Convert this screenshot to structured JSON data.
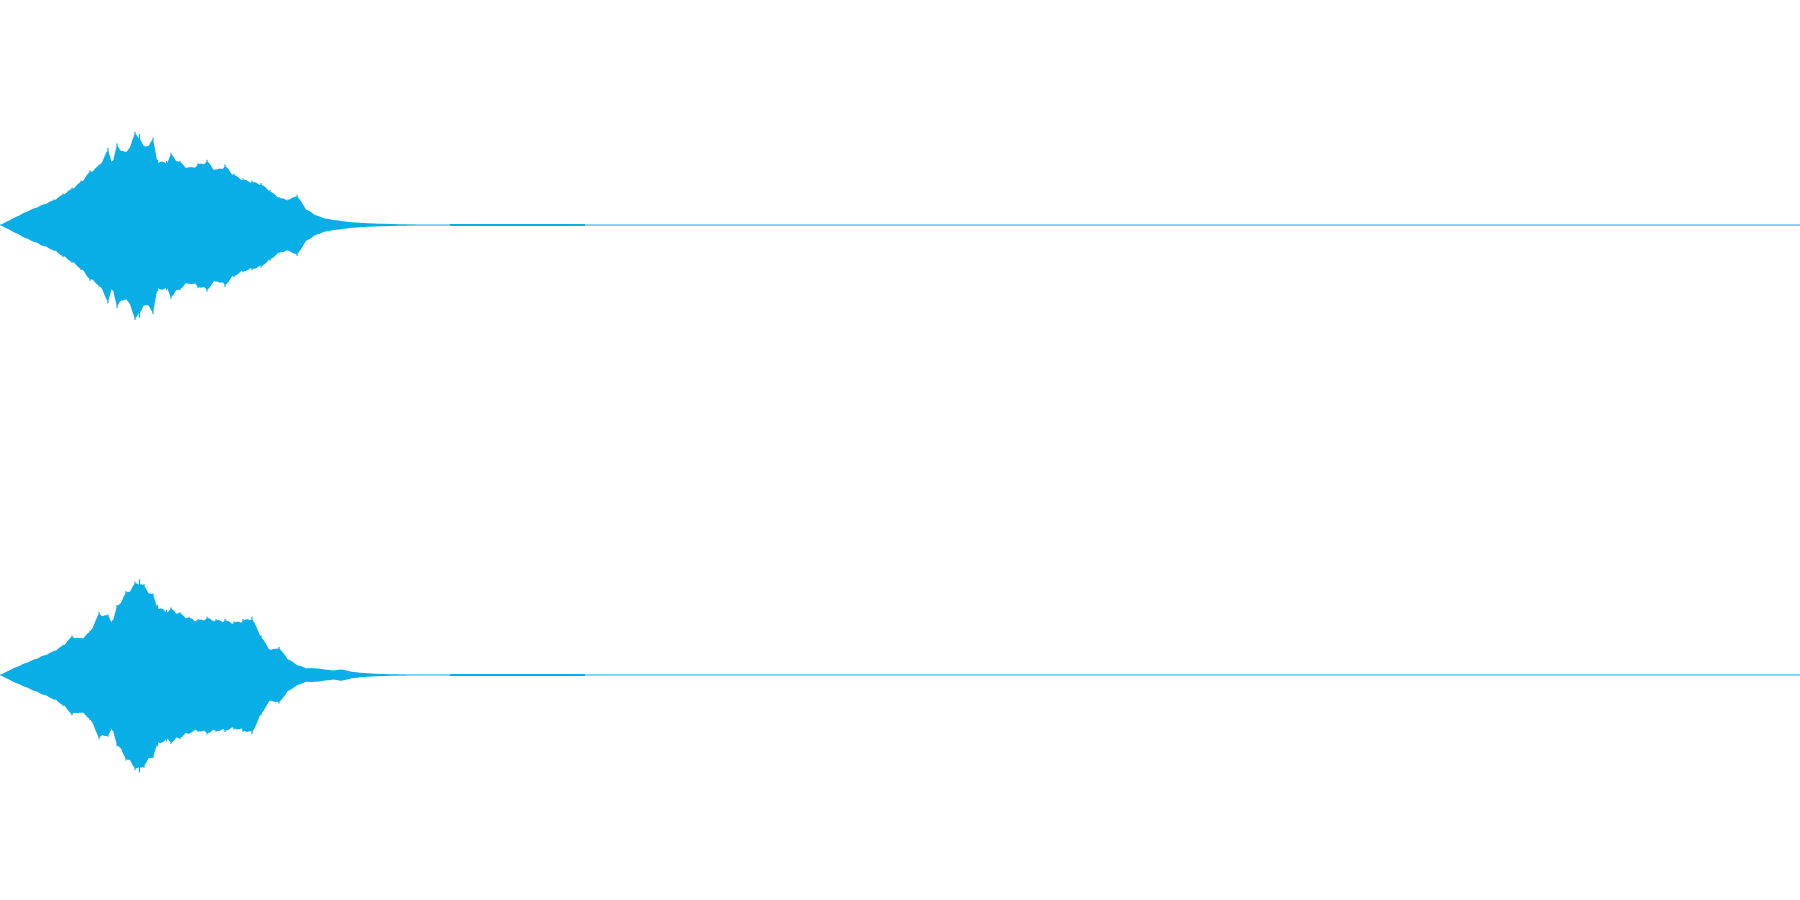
{
  "colors": {
    "waveform": "#0aaee6",
    "background": "#ffffff"
  },
  "chart_data": {
    "type": "area",
    "description_of_axes": "",
    "x": [
      0.0,
      0.03,
      0.06,
      0.09,
      0.12,
      0.14,
      0.16,
      0.18,
      0.2,
      0.22,
      0.24,
      0.25,
      0.26,
      0.28,
      0.3,
      0.31,
      0.32,
      0.34,
      0.35,
      0.37,
      0.38,
      0.4,
      0.42,
      0.44,
      0.46,
      0.48,
      0.5,
      0.52,
      0.54,
      0.56,
      0.58,
      0.6,
      0.62,
      0.64,
      0.66,
      0.68,
      0.7,
      0.72,
      0.74,
      0.76,
      0.78,
      0.8,
      0.82,
      0.84,
      0.86,
      0.88,
      0.9,
      0.92,
      0.94,
      0.96,
      0.98,
      1.0
    ],
    "xlim": [
      0,
      4.0
    ],
    "ylim": [
      -1,
      1
    ],
    "series": [
      {
        "values": [
          0.0,
          0.06,
          0.12,
          0.17,
          0.22,
          0.27,
          0.32,
          0.38,
          0.47,
          0.52,
          0.66,
          0.55,
          0.7,
          0.63,
          0.8,
          0.78,
          0.68,
          0.75,
          0.56,
          0.55,
          0.62,
          0.55,
          0.5,
          0.53,
          0.56,
          0.48,
          0.52,
          0.44,
          0.4,
          0.38,
          0.36,
          0.3,
          0.24,
          0.22,
          0.26,
          0.14,
          0.09,
          0.06,
          0.045,
          0.035,
          0.025,
          0.02,
          0.015,
          0.012,
          0.01,
          0.008,
          0.006,
          0.005,
          0.004,
          0.003,
          0.002,
          0.0
        ]
      },
      {
        "values": [
          0.0,
          0.06,
          0.11,
          0.16,
          0.21,
          0.26,
          0.34,
          0.32,
          0.38,
          0.54,
          0.52,
          0.47,
          0.6,
          0.72,
          0.8,
          0.82,
          0.78,
          0.7,
          0.6,
          0.56,
          0.58,
          0.54,
          0.5,
          0.48,
          0.5,
          0.48,
          0.48,
          0.46,
          0.48,
          0.5,
          0.34,
          0.22,
          0.24,
          0.14,
          0.09,
          0.06,
          0.06,
          0.05,
          0.04,
          0.05,
          0.03,
          0.02,
          0.015,
          0.01,
          0.008,
          0.006,
          0.005,
          0.004,
          0.003,
          0.002,
          0.002,
          0.0
        ]
      }
    ]
  }
}
